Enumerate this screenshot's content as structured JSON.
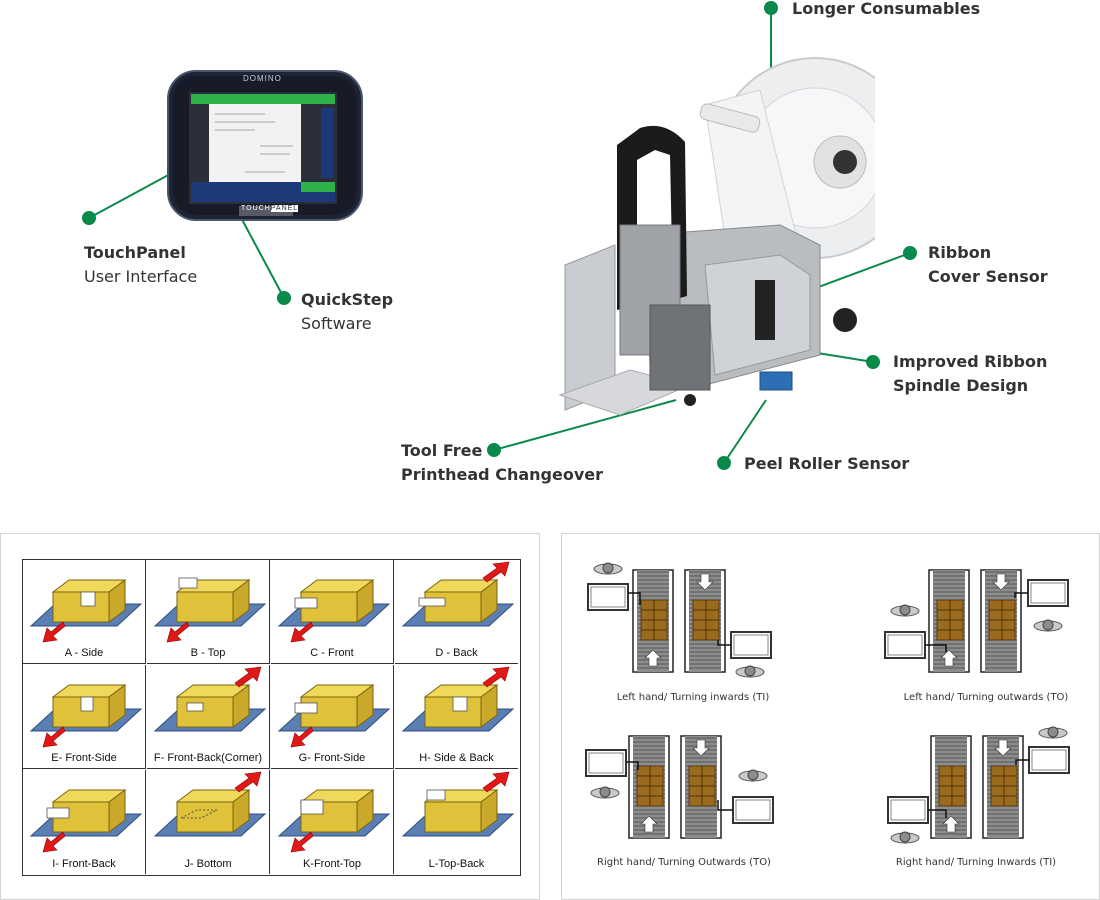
{
  "top": {
    "touchpanel": {
      "brand": "DOMINO",
      "bezel_label_a": "TOUCH",
      "bezel_label_b": "PANEL"
    },
    "callouts": {
      "longer_consumables": "Longer Consumables",
      "touchpanel_a": "TouchPanel",
      "touchpanel_b": "User Interface",
      "quickstep_a": "QuickStep",
      "quickstep_b": "Software",
      "ribbon_cover_a": "Ribbon",
      "ribbon_cover_b": "Cover Sensor",
      "improved_ribbon_a": "Improved Ribbon",
      "improved_ribbon_b": "Spindle Design",
      "toolfree_a": "Tool Free",
      "toolfree_b": "Printhead Changeover",
      "peelroller": "Peel Roller Sensor"
    },
    "colors": {
      "accent": "#0a8a4a"
    }
  },
  "label_positions": {
    "cells": [
      {
        "label": "A - Side"
      },
      {
        "label": "B - Top"
      },
      {
        "label": "C - Front"
      },
      {
        "label": "D - Back"
      },
      {
        "label": "E- Front-Side"
      },
      {
        "label": "F- Front-Back(Corner)"
      },
      {
        "label": "G- Front-Side"
      },
      {
        "label": "H- Side & Back"
      },
      {
        "label": "I- Front-Back"
      },
      {
        "label": "J- Bottom"
      },
      {
        "label": "K-Front-Top"
      },
      {
        "label": "L-Top-Back"
      }
    ]
  },
  "conveyors": {
    "captions": [
      "Left hand/ Turning inwards (TI)",
      "Left hand/ Turning outwards (TO)",
      "Right hand/ Turning Outwards (TO)",
      "Right hand/ Turning Inwards (TI)"
    ]
  }
}
